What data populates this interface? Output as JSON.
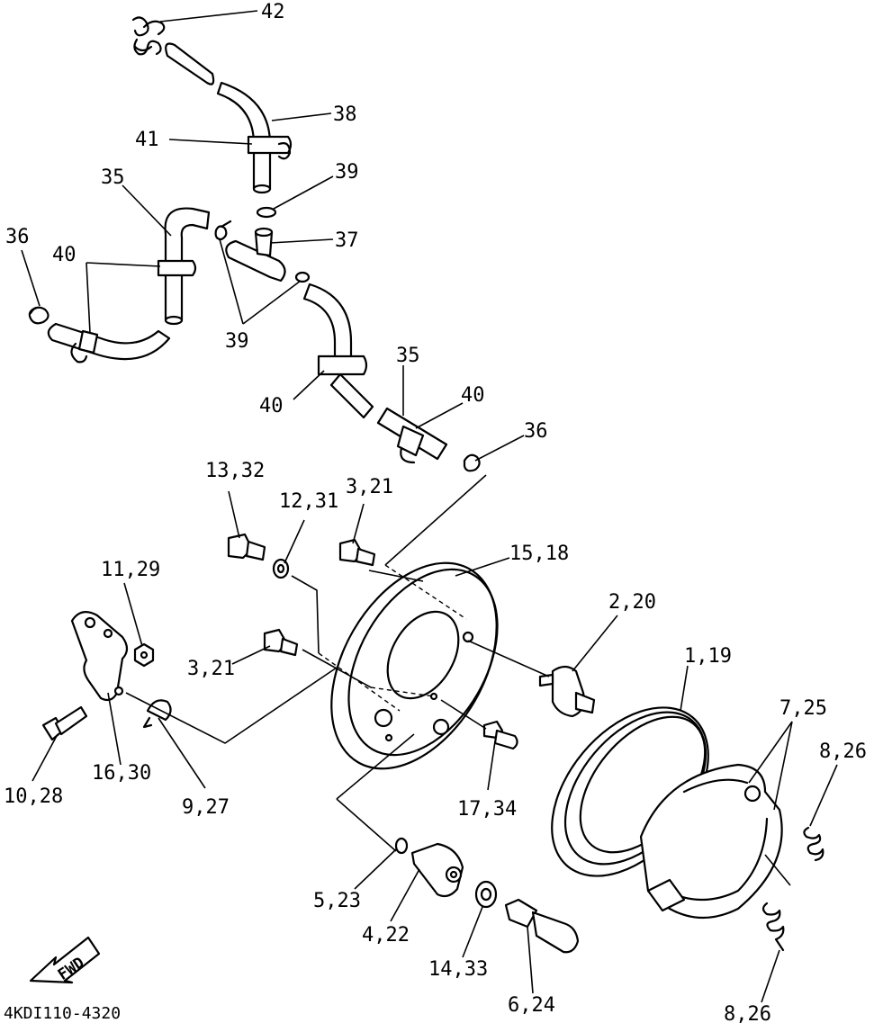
{
  "diagram_code": "4KDI110-4320",
  "fwd_label": "FWD",
  "callouts": {
    "c42": "42",
    "c38": "38",
    "c41": "41",
    "c39a": "39",
    "c35a": "35",
    "c37": "37",
    "c36a": "36",
    "c40a": "40",
    "c39b": "39",
    "c35b": "35",
    "c40b": "40",
    "c40c": "40",
    "c36b": "36",
    "c13_32": "13,32",
    "c12_31": "12,31",
    "c3_21a": "3,21",
    "c15_18": "15,18",
    "c11_29": "11,29",
    "c2_20": "2,20",
    "c1_19": "1,19",
    "c3_21b": "3,21",
    "c7_25": "7,25",
    "c8_26a": "8,26",
    "c10_28": "10,28",
    "c16_30": "16,30",
    "c9_27": "9,27",
    "c17_34": "17,34",
    "c5_23": "5,23",
    "c4_22": "4,22",
    "c14_33": "14,33",
    "c6_24": "6,24",
    "c8_26b": "8,26"
  }
}
